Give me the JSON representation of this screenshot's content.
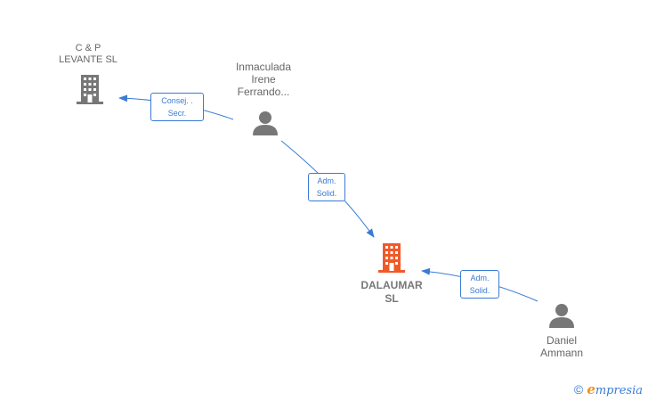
{
  "nodes": {
    "cp_levante": {
      "line1": "C & P",
      "line2": "LEVANTE SL",
      "type": "company",
      "color": "#777777"
    },
    "dalaumar": {
      "line1": "DALAUMAR",
      "line2": "SL",
      "type": "company-main",
      "color": "#f05a28"
    },
    "inmaculada": {
      "line1": "Inmaculada",
      "line2": "Irene",
      "line3": "Ferrando...",
      "type": "person",
      "color": "#777777"
    },
    "daniel": {
      "line1": "Daniel",
      "line2": "Ammann",
      "type": "person",
      "color": "#777777"
    }
  },
  "edges": {
    "e1": {
      "line1": "Consej. .",
      "line2": "Secr.",
      "from": "inmaculada",
      "to": "cp_levante"
    },
    "e2": {
      "line1": "Adm.",
      "line2": "Solid.",
      "from": "inmaculada",
      "to": "dalaumar"
    },
    "e3": {
      "line1": "Adm.",
      "line2": "Solid.",
      "from": "daniel",
      "to": "dalaumar"
    }
  },
  "watermark": {
    "copyright": "©",
    "brand_initial": "e",
    "brand_rest": "mpresia"
  },
  "colors": {
    "edge": "#3a7bd5",
    "main_company": "#f05a28",
    "node": "#777777"
  }
}
